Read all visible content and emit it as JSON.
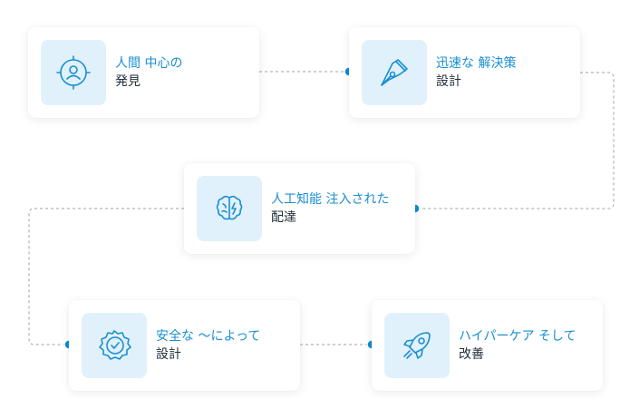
{
  "steps": [
    {
      "id": "human-centered",
      "line1": "人間 中心の",
      "line2": "発見",
      "icon": "user-target-icon"
    },
    {
      "id": "rapid-solution",
      "line1": "迅速な 解決策",
      "line2": "設計",
      "icon": "pen-nib-icon"
    },
    {
      "id": "ai-infused",
      "line1": "人工知能 注入された",
      "line2": "配達",
      "icon": "brain-icon"
    },
    {
      "id": "secure",
      "line1": "安全な ～によって",
      "line2": "設計",
      "icon": "badge-check-icon"
    },
    {
      "id": "hypercare",
      "line1": "ハイパーケア そして",
      "line2": "改善",
      "icon": "rocket-icon"
    }
  ],
  "colors": {
    "accent": "#1a8fd0",
    "icon_bg": "#e1f1fb",
    "dot": "#0a8bd6",
    "dash": "#9aa3ab"
  }
}
